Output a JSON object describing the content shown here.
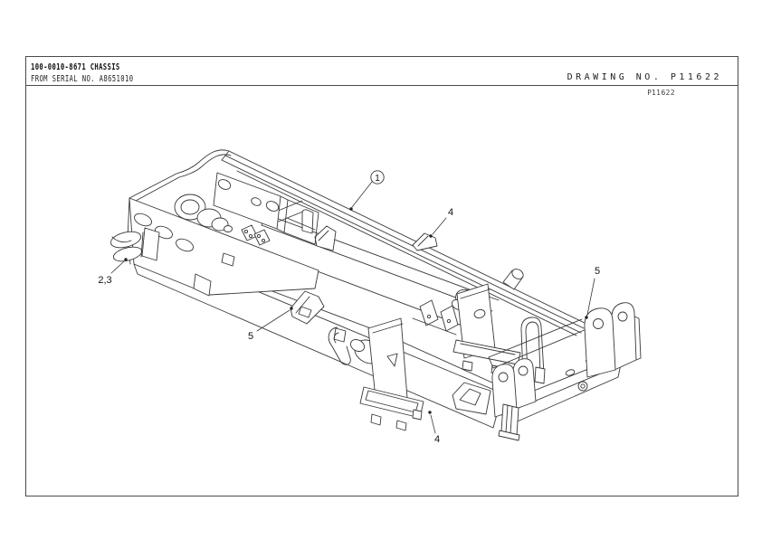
{
  "header": {
    "title": "100-0010-8671 CHASSIS",
    "serial_note": "FROM SERIAL NO. A8651010",
    "drawing_no": "DRAWING NO. P11622",
    "sheet_code": "P11622"
  },
  "callouts": {
    "item1": "1",
    "item23": "2,3",
    "item4_top": "4",
    "item5_mid": "5",
    "item5_rear": "5",
    "item4_bottom": "4"
  }
}
